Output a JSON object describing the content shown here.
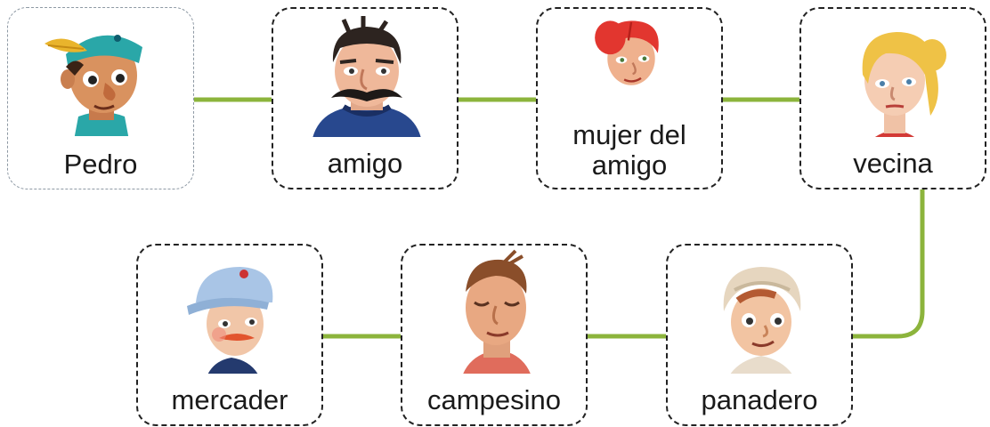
{
  "colors": {
    "connector": "#8cb43c",
    "border": "#222222"
  },
  "characters": [
    {
      "label": "Pedro",
      "icon": "boy-feather-cap-icon"
    },
    {
      "label": "amigo",
      "icon": "mustache-man-icon"
    },
    {
      "label": "mujer del amigo",
      "line1": "mujer del",
      "line2": "amigo",
      "icon": "redhead-woman-icon"
    },
    {
      "label": "vecina",
      "icon": "blonde-woman-icon"
    },
    {
      "label": "mercader",
      "icon": "merchant-cap-icon"
    },
    {
      "label": "campesino",
      "icon": "farmer-eyes-closed-icon"
    },
    {
      "label": "panadero",
      "icon": "baker-turban-icon"
    }
  ],
  "links": [
    [
      "Pedro",
      "amigo"
    ],
    [
      "amigo",
      "mujer del amigo"
    ],
    [
      "mujer del amigo",
      "vecina"
    ],
    [
      "vecina",
      "panadero"
    ],
    [
      "panadero",
      "campesino"
    ],
    [
      "campesino",
      "mercader"
    ]
  ]
}
